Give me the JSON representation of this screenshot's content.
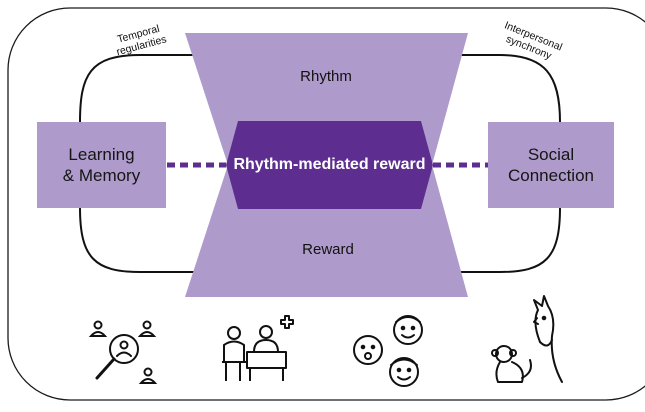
{
  "diagram": {
    "top_band": "Rhythm",
    "bottom_band": "Reward",
    "center": "Rhythm-mediated reward",
    "left_box": {
      "line1": "Learning",
      "line2": "& Memory"
    },
    "right_box": {
      "line1": "Social",
      "line2": "Connection"
    },
    "left_arc_label": {
      "line1": "Temporal",
      "line2": "regularities"
    },
    "right_arc_label": {
      "line1": "Interpersonal",
      "line2": "synchrony"
    }
  },
  "icons": [
    {
      "name": "people-search-icon"
    },
    {
      "name": "patient-caregiver-icon"
    },
    {
      "name": "infants-children-icon"
    },
    {
      "name": "monkey-cockatoo-icon"
    }
  ],
  "colors": {
    "light_purple": "#AE9BCB",
    "dark_purple": "#5D2E8F",
    "outline": "#1a1a1a"
  }
}
